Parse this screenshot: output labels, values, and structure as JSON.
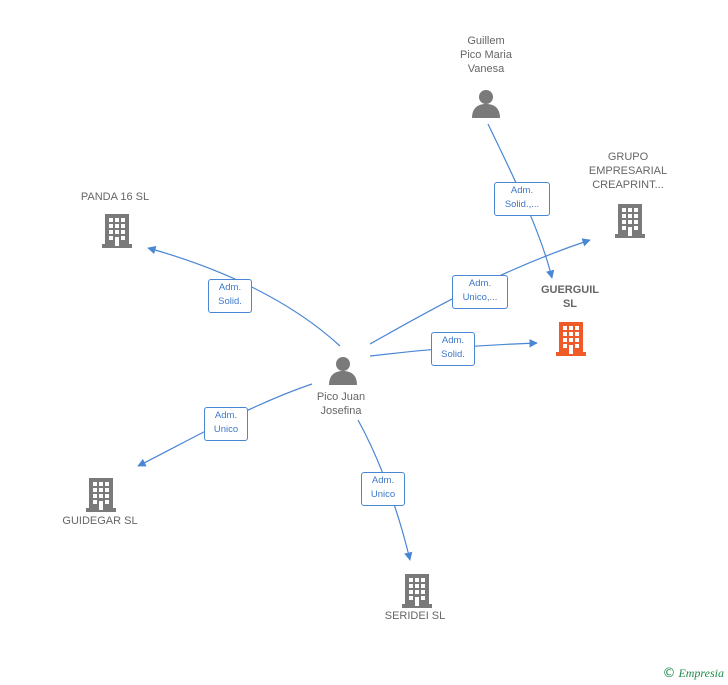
{
  "colors": {
    "edge": "#4a86d4",
    "node": "#7a7a7a",
    "focus": "#f05a28"
  },
  "nodes": [
    {
      "id": "guillem",
      "type": "person",
      "label": "Guillem\nPico Maria\nVanesa"
    },
    {
      "id": "grupo",
      "type": "company",
      "label": "GRUPO\nEMPRESARIAL\nCREAPRINT..."
    },
    {
      "id": "panda",
      "type": "company",
      "label": "PANDA 16  SL"
    },
    {
      "id": "guerguil",
      "type": "company-focus",
      "label": "GUERGUIL\nSL"
    },
    {
      "id": "pico",
      "type": "person",
      "label": "Pico Juan\nJosefina"
    },
    {
      "id": "guidegar",
      "type": "company",
      "label": "GUIDEGAR SL"
    },
    {
      "id": "seridei",
      "type": "company",
      "label": "SERIDEI SL"
    }
  ],
  "edges": [
    {
      "from": "guillem",
      "to": "guerguil",
      "label": "Adm.\nSolid.,..."
    },
    {
      "from": "pico",
      "to": "panda",
      "label": "Adm.\nSolid."
    },
    {
      "from": "pico",
      "to": "grupo",
      "label": "Adm.\nUnico,..."
    },
    {
      "from": "pico",
      "to": "guerguil",
      "label": "Adm.\nSolid."
    },
    {
      "from": "pico",
      "to": "guidegar",
      "label": "Adm.\nUnico"
    },
    {
      "from": "pico",
      "to": "seridei",
      "label": "Adm.\nUnico"
    }
  ],
  "footer": {
    "copyright": "©",
    "brand": "Empresia"
  }
}
